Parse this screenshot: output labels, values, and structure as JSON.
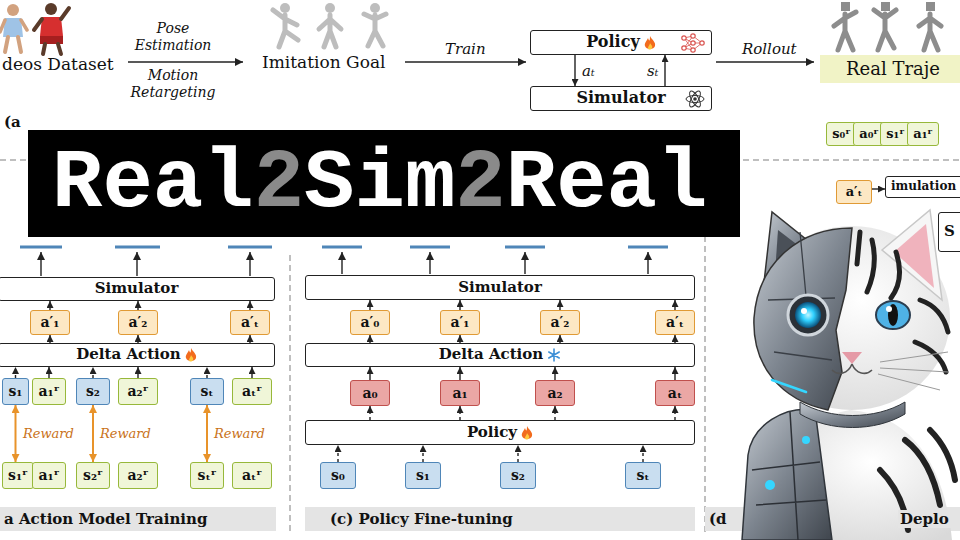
{
  "diagram": {
    "title": "Real2Sim2Real",
    "nodes": [
      {
        "text": [
          "Policy"
        ]
      },
      {
        "text": [
          "Simulator"
        ]
      },
      {
        "text": [
          "s₀ʳ"
        ]
      },
      {
        "text": [
          "a₀ʳ"
        ]
      },
      {
        "text": [
          "s₁ʳ"
        ]
      },
      {
        "text": [
          "a₁ʳ"
        ]
      },
      {
        "text": [
          "Simulator"
        ]
      },
      {
        "text": [
          "a′₁"
        ]
      },
      {
        "text": [
          "a′₂"
        ]
      },
      {
        "text": [
          "a′ₜ"
        ]
      },
      {
        "text": [
          "Delta Action"
        ]
      },
      {
        "text": [
          "s₁"
        ]
      },
      {
        "text": [
          "a₁ʳ"
        ]
      },
      {
        "text": [
          "s₂"
        ]
      },
      {
        "text": [
          "a₂ʳ"
        ]
      },
      {
        "text": [
          "sₜ"
        ]
      },
      {
        "text": [
          "aₜʳ"
        ]
      },
      {
        "text": [
          "s₁ʳ"
        ]
      },
      {
        "text": [
          "a₁ʳ"
        ]
      },
      {
        "text": [
          "s₂ʳ"
        ]
      },
      {
        "text": [
          "a₂ʳ"
        ]
      },
      {
        "text": [
          "sₜʳ"
        ]
      },
      {
        "text": [
          "aₜʳ"
        ]
      },
      {
        "text": [
          "Simulator"
        ]
      },
      {
        "text": [
          "a′₀"
        ]
      },
      {
        "text": [
          "a′₁"
        ]
      },
      {
        "text": [
          "a′₂"
        ]
      },
      {
        "text": [
          "a′ₜ"
        ]
      },
      {
        "text": [
          "Delta Action"
        ]
      },
      {
        "text": [
          "a₀"
        ]
      },
      {
        "text": [
          "a₁"
        ]
      },
      {
        "text": [
          "a₂"
        ]
      },
      {
        "text": [
          "aₜ"
        ]
      },
      {
        "text": [
          "Policy"
        ]
      },
      {
        "text": [
          "s₀"
        ]
      },
      {
        "text": [
          "s₁"
        ]
      },
      {
        "text": [
          "s₂"
        ]
      },
      {
        "text": [
          "sₜ"
        ]
      },
      {
        "text": [
          "imulation"
        ]
      },
      {
        "text": [
          "a′ₜ"
        ]
      },
      {
        "text": [
          "S"
        ]
      }
    ],
    "edges": [
      {
        "from": 0,
        "to": 1,
        "arrow": "to",
        "label": "aₜ"
      },
      {
        "from": 1,
        "to": 0,
        "arrow": "to",
        "label": "sₜ"
      },
      {
        "from": 11,
        "to": 10,
        "arrow": "to"
      },
      {
        "from": 12,
        "to": 10,
        "arrow": "to"
      },
      {
        "from": 13,
        "to": 10,
        "arrow": "to"
      },
      {
        "from": 14,
        "to": 10,
        "arrow": "to"
      },
      {
        "from": 15,
        "to": 10,
        "arrow": "to"
      },
      {
        "from": 16,
        "to": 10,
        "arrow": "to"
      },
      {
        "from": 10,
        "to": 7,
        "arrow": "to"
      },
      {
        "from": 10,
        "to": 8,
        "arrow": "to"
      },
      {
        "from": 10,
        "to": 9,
        "arrow": "to"
      },
      {
        "from": 7,
        "to": 6,
        "arrow": "to"
      },
      {
        "from": 8,
        "to": 6,
        "arrow": "to"
      },
      {
        "from": 9,
        "to": 6,
        "arrow": "to"
      },
      {
        "from": 11,
        "to": 17,
        "arrow": "both",
        "label": "Reward"
      },
      {
        "from": 13,
        "to": 19,
        "arrow": "both",
        "label": "Reward"
      },
      {
        "from": 15,
        "to": 21,
        "arrow": "both",
        "label": "Reward"
      },
      {
        "from": 34,
        "to": 33,
        "arrow": "to"
      },
      {
        "from": 35,
        "to": 33,
        "arrow": "to"
      },
      {
        "from": 36,
        "to": 33,
        "arrow": "to"
      },
      {
        "from": 37,
        "to": 33,
        "arrow": "to"
      },
      {
        "from": 33,
        "to": 29,
        "arrow": "to"
      },
      {
        "from": 33,
        "to": 30,
        "arrow": "to"
      },
      {
        "from": 33,
        "to": 31,
        "arrow": "to"
      },
      {
        "from": 33,
        "to": 32,
        "arrow": "to"
      },
      {
        "from": 29,
        "to": 28,
        "arrow": "to"
      },
      {
        "from": 30,
        "to": 28,
        "arrow": "to"
      },
      {
        "from": 31,
        "to": 28,
        "arrow": "to"
      },
      {
        "from": 32,
        "to": 28,
        "arrow": "to"
      },
      {
        "from": 28,
        "to": 24,
        "arrow": "to"
      },
      {
        "from": 28,
        "to": 25,
        "arrow": "to"
      },
      {
        "from": 28,
        "to": 26,
        "arrow": "to"
      },
      {
        "from": 28,
        "to": 27,
        "arrow": "to"
      },
      {
        "from": 24,
        "to": 23,
        "arrow": "to"
      },
      {
        "from": 25,
        "to": 23,
        "arrow": "to"
      },
      {
        "from": 26,
        "to": 23,
        "arrow": "to"
      },
      {
        "from": 27,
        "to": 23,
        "arrow": "to"
      },
      {
        "from": 39,
        "to": 38,
        "arrow": "to"
      }
    ],
    "labels": [
      "deos Dataset",
      "Pose Estimation",
      "Motion Retargeting",
      "Imitation Goal",
      "Train",
      "Rollout",
      "Real Traje",
      "(a",
      "a Action Model Training",
      "(c) Policy Fine-tuning",
      "(d",
      "Deplo"
    ]
  }
}
